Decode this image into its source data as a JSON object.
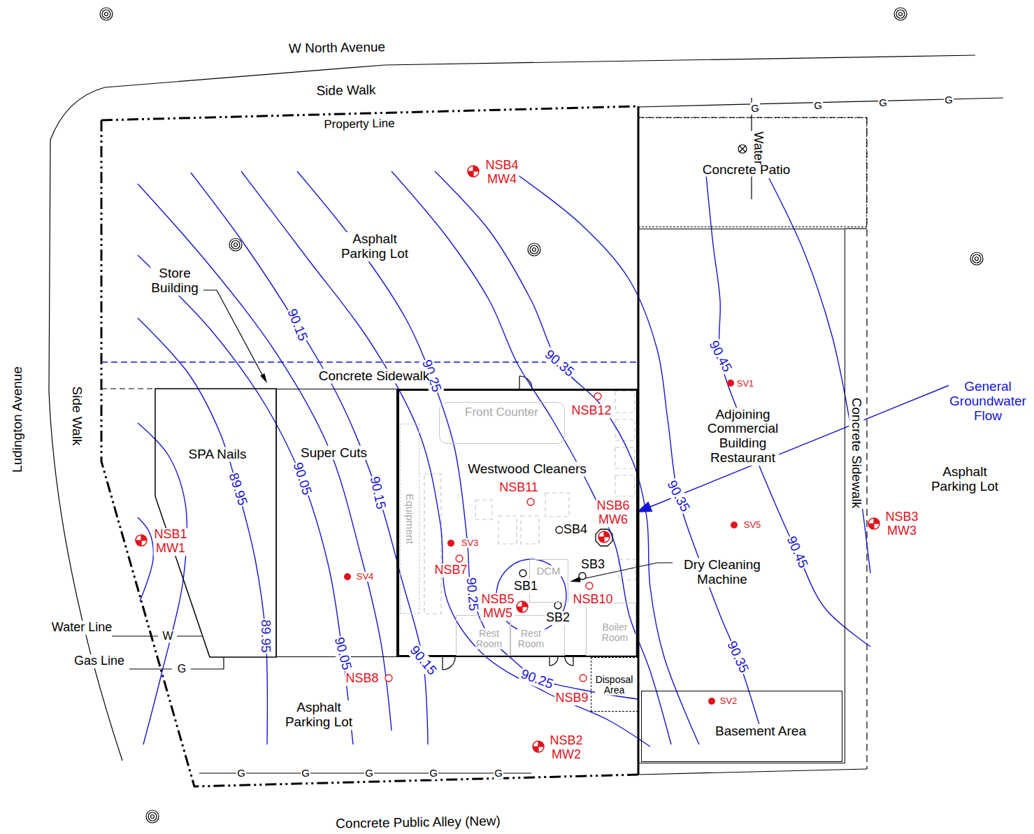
{
  "diagram": {
    "nodes": [
      {
        "text": [
          "Concrete Patio"
        ]
      },
      {
        "text": [
          "SPA Nails"
        ]
      },
      {
        "text": [
          "Super Cuts"
        ]
      },
      {
        "text": [
          "Westwood Cleaners"
        ]
      },
      {
        "text": [
          "Front Counter"
        ],
        "in": 3
      },
      {
        "text": [
          "Equipment"
        ],
        "in": 3
      },
      {
        "text": [
          "DCM"
        ],
        "in": 3
      },
      {
        "text": [
          "Rest Room"
        ],
        "in": 3
      },
      {
        "text": [
          "Rest Room"
        ],
        "in": 3
      },
      {
        "text": [
          "Boiler Room"
        ],
        "in": 3
      },
      {
        "text": [
          "Adjoining Commercial Building Restaurant"
        ]
      },
      {
        "text": [
          "Basement Area"
        ],
        "in": 10
      },
      {
        "text": [
          "Disposal Area"
        ]
      }
    ],
    "labels": [
      "W North Avenue",
      "Side Walk",
      "Property Line",
      "G",
      "G",
      "G",
      "G",
      "Water",
      "NSB4 MW4",
      "Asphalt Parking Lot",
      "Store Building",
      "90.15",
      "90.25",
      "90.35",
      "90.45",
      "SV1",
      "Concrete Sidewalk",
      "NSB12",
      "General Groundwater Flow",
      "Concrete Sidewalk",
      "Ludington Avenue",
      "Side Walk",
      "89.95",
      "90.05",
      "90.15",
      "Asphalt Parking Lot",
      "NSB11",
      "NSB6 MW6",
      "90.35",
      "SV5",
      "NSB3 MW3",
      "NSB1 MW1",
      "SB4",
      "SV3",
      "90.25",
      "90.45",
      "NSB7",
      "Dry Cleaning Machine",
      "SB3",
      "SV4",
      "SB1",
      "NSB5 MW5",
      "NSB10",
      "SB2",
      "Water Line",
      "W",
      "89.95",
      "90.05",
      "90.35",
      "Gas Line",
      "G",
      "90.15",
      "90.25",
      "NSB8",
      "NSB9",
      "Asphalt Parking Lot",
      "SV2",
      "NSB2 MW2",
      "G",
      "G",
      "G",
      "G",
      "G",
      "Concrete Public Alley (New)"
    ]
  }
}
